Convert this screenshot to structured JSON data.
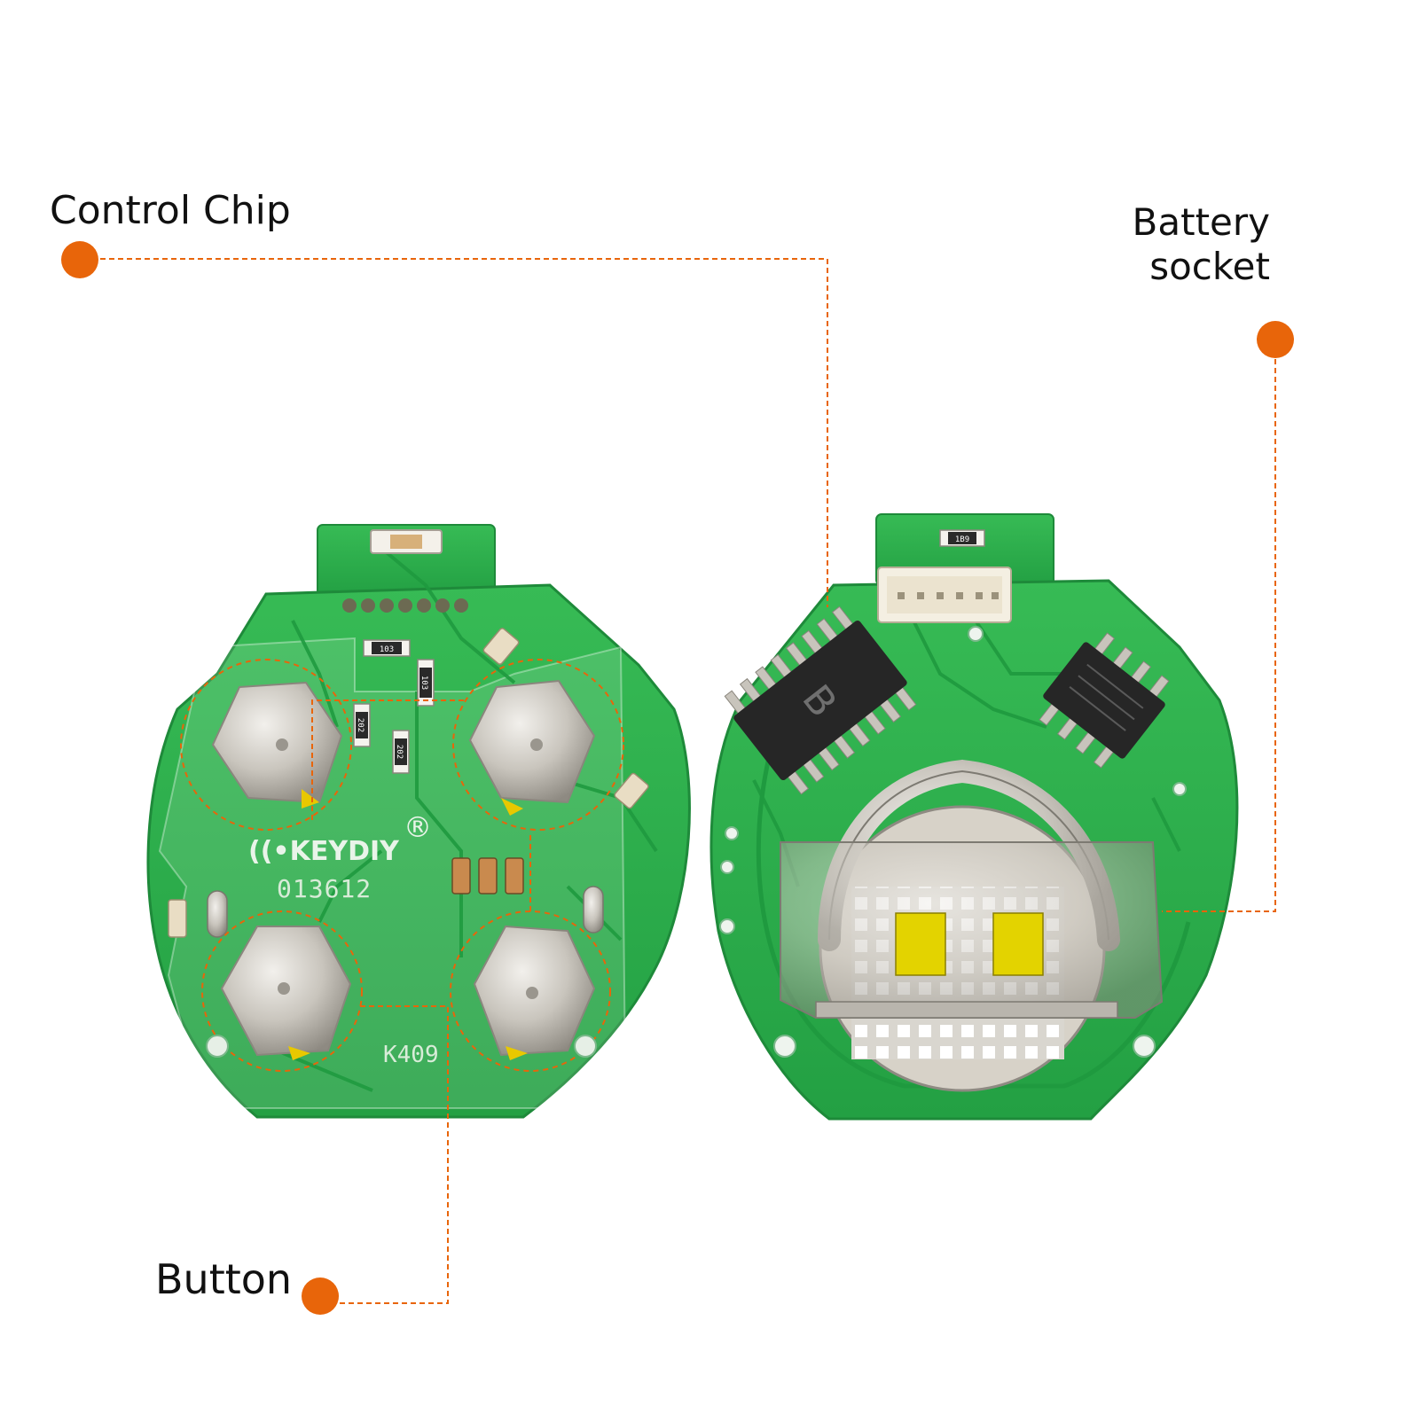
{
  "callouts": {
    "control_chip": "Control Chip",
    "battery_socket_line1": "Battery",
    "battery_socket_line2": "socket",
    "button": "Button"
  },
  "board_left": {
    "brand": "KEYDIY",
    "registered": "®",
    "serial": "013612",
    "model": "K409",
    "resistor_1": "103",
    "resistor_2": "103",
    "resistor_3": "202",
    "resistor_4": "202"
  },
  "board_right": {
    "chip_mark": "B",
    "resistor_top": "1B9"
  },
  "colors": {
    "accent": "#e8650a",
    "pcb_green": "#2fb24c",
    "metal": "#c8c4bc"
  }
}
